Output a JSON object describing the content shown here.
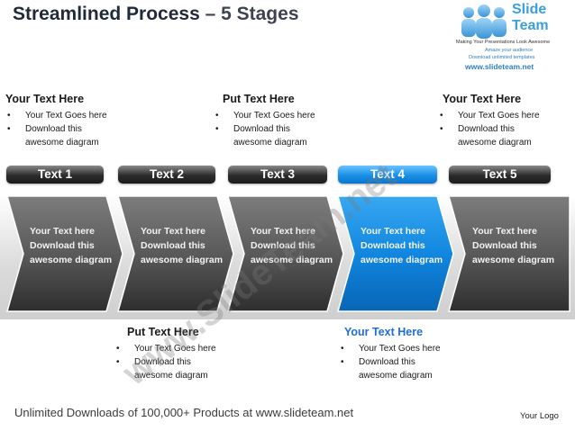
{
  "title": {
    "main": "Streamlined Process",
    "dash": " – 5 Stages"
  },
  "logo": {
    "brand_line1": "Slide",
    "brand_line2": "Team",
    "tagline1": "Making Your Presentations Look Awesome",
    "tagline2": "Amaze your audience",
    "tagline3": "Download unlimited templates",
    "url": "www.slideteam.net",
    "accent": "#3aa0dc"
  },
  "top_blocks": [
    {
      "heading": "Your Text Here",
      "items": [
        "Your Text Goes here",
        "Download this",
        "awesome diagram"
      ]
    },
    {
      "heading": "Put Text Here",
      "items": [
        "Your Text Goes here",
        "Download this",
        "awesome diagram"
      ]
    },
    {
      "heading": "Your Text Here",
      "items": [
        "Your Text Goes here",
        "Download this",
        "awesome diagram"
      ]
    }
  ],
  "stages": [
    {
      "label": "Text 1",
      "lines": [
        "Your Text here",
        "Download this",
        "awesome diagram"
      ],
      "highlighted": false
    },
    {
      "label": "Text 2",
      "lines": [
        "Your Text here",
        "Download this",
        "awesome diagram"
      ],
      "highlighted": false
    },
    {
      "label": "Text 3",
      "lines": [
        "Your Text here",
        "Download this",
        "awesome diagram"
      ],
      "highlighted": false
    },
    {
      "label": "Text 4",
      "lines": [
        "Your Text here",
        "Download this",
        "awesome diagram"
      ],
      "highlighted": true
    },
    {
      "label": "Text 5",
      "lines": [
        "Your Text here",
        "Download this",
        "awesome diagram"
      ],
      "highlighted": false
    }
  ],
  "bottom_blocks": [
    {
      "heading": "Put Text Here",
      "items": [
        "Your Text Goes here",
        "Download this",
        "awesome diagram"
      ]
    },
    {
      "heading": "Your Text Here",
      "items": [
        "Your Text Goes here",
        "Download this",
        "awesome diagram"
      ]
    }
  ],
  "watermark": "www.SlideTeam.net",
  "footer": "Unlimited Downloads of 100,000+ Products at www.slideteam.net",
  "your_logo": "Your Logo",
  "colors": {
    "highlight": "#1a8fe6",
    "dark": "#2c2c2c",
    "blue_heading": "#1f6fd6"
  }
}
